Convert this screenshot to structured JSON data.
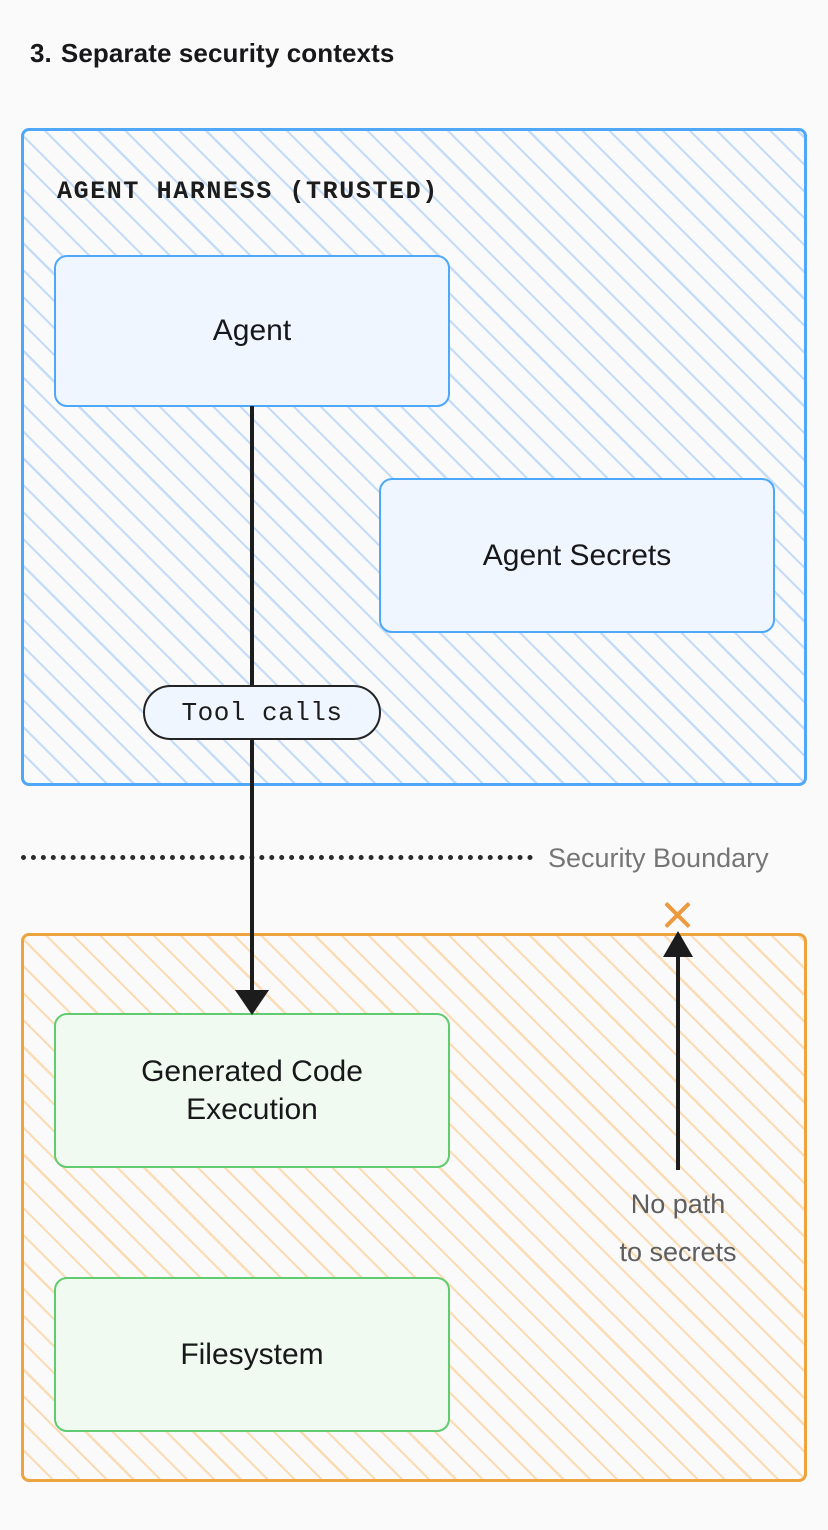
{
  "title": {
    "number": "3.",
    "text": "Separate security contexts"
  },
  "zones": {
    "trusted": {
      "label": "AGENT HARNESS (TRUSTED)",
      "border_color": "#4ea8f7",
      "hatch_color": "#c4dcf7",
      "nodes": [
        {
          "id": "agent",
          "label": "Agent"
        },
        {
          "id": "agent-secrets",
          "label": "Agent Secrets"
        }
      ]
    },
    "untrusted": {
      "label": "",
      "border_color": "#eda43f",
      "hatch_color": "#fbdcb4",
      "nodes": [
        {
          "id": "code-exec",
          "label": "Generated Code\nExecution",
          "line1": "Generated Code",
          "line2": "Execution"
        },
        {
          "id": "filesystem",
          "label": "Filesystem"
        }
      ]
    }
  },
  "connectors": {
    "tool_calls": {
      "pill_label": "Tool calls",
      "from": "agent",
      "to": "code-exec",
      "color": "#1c1c1c"
    },
    "blocked_path": {
      "label_line1": "No path",
      "label_line2": "to secrets",
      "icon": "x-mark",
      "icon_color": "#ed9a3f",
      "text_color": "#5e5e5e"
    }
  },
  "boundary": {
    "label": "Security Boundary",
    "style": "dotted",
    "color": "#2b2b2b",
    "label_color": "#757575"
  },
  "colors": {
    "background": "#fafafa",
    "blue_border": "#4ea8f7",
    "blue_fill": "#eff6ff",
    "green_border": "#61cb6f",
    "green_fill": "#f0faf0",
    "orange_border": "#eda43f",
    "text": "#18181b"
  }
}
